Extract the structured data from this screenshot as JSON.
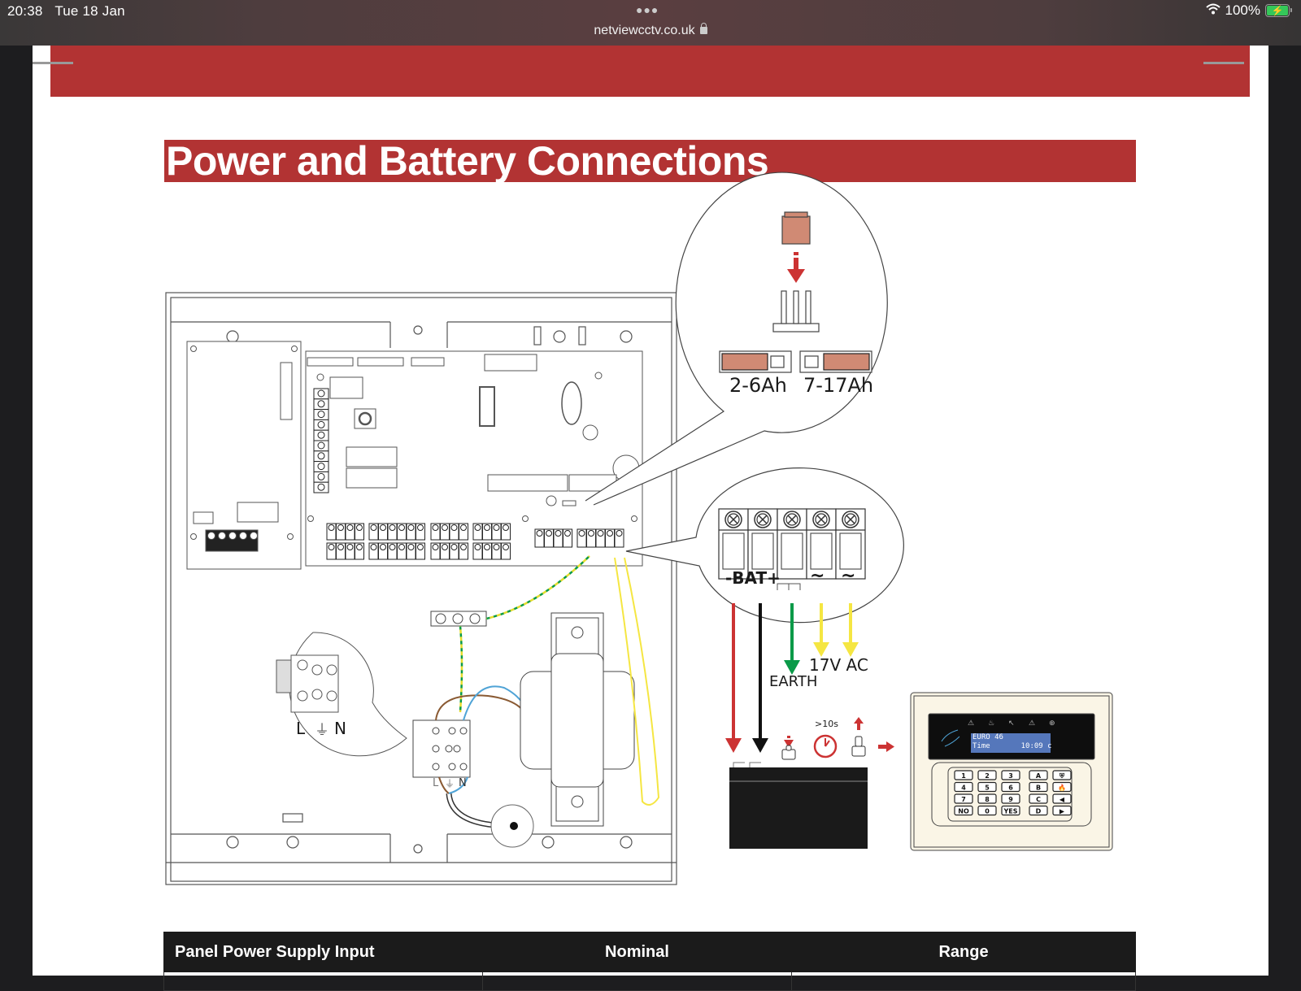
{
  "status_bar": {
    "time": "20:38",
    "date": "Tue 18 Jan",
    "url": "netviewcctv.co.uk",
    "battery_percent": "100%",
    "wifi_icon": "wifi-icon",
    "lock_icon": "lock-icon",
    "battery_icon": "battery-charging-icon",
    "more_icon": "more-dots-icon"
  },
  "colors": {
    "brand_red": "#b23333",
    "header_black": "#1b1b1b",
    "jumper_fill": "#d08a74",
    "earth_green": "#0a9a48",
    "ac_yellow": "#f5e642",
    "bat_neg_red": "#cc3333",
    "lcd_blue": "#5577bb"
  },
  "page": {
    "section_title": "Power and Battery Connections"
  },
  "diagram": {
    "jumper_callout": {
      "option_small": "2-6Ah",
      "option_large": "7-17Ah"
    },
    "terminal_callout": {
      "bat_label": "-BAT+",
      "ac_symbol_1": "~",
      "ac_symbol_2": "~",
      "earth_label": "EARTH",
      "ac_label": "17V AC"
    },
    "mains_callout": {
      "live": "L",
      "earth_symbol": "⏚",
      "neutral": "N"
    },
    "mains_block_labels": {
      "live": "L",
      "earth_symbol": "⏚",
      "neutral": "N"
    },
    "battery_steps": {
      "hold_label": ">10s"
    },
    "keypad": {
      "lcd_line1": "EURO 46",
      "lcd_line2": "Time       10:09 c",
      "keys": [
        [
          "1",
          "2",
          "3",
          "A",
          "⛨"
        ],
        [
          "4",
          "5",
          "6",
          "B",
          "🔥"
        ],
        [
          "7",
          "8",
          "9",
          "C",
          "◀"
        ],
        [
          "NO",
          "0",
          "YES",
          "D",
          "▶"
        ]
      ]
    }
  },
  "table": {
    "headers": [
      "Panel Power Supply Input",
      "Nominal",
      "Range"
    ]
  }
}
